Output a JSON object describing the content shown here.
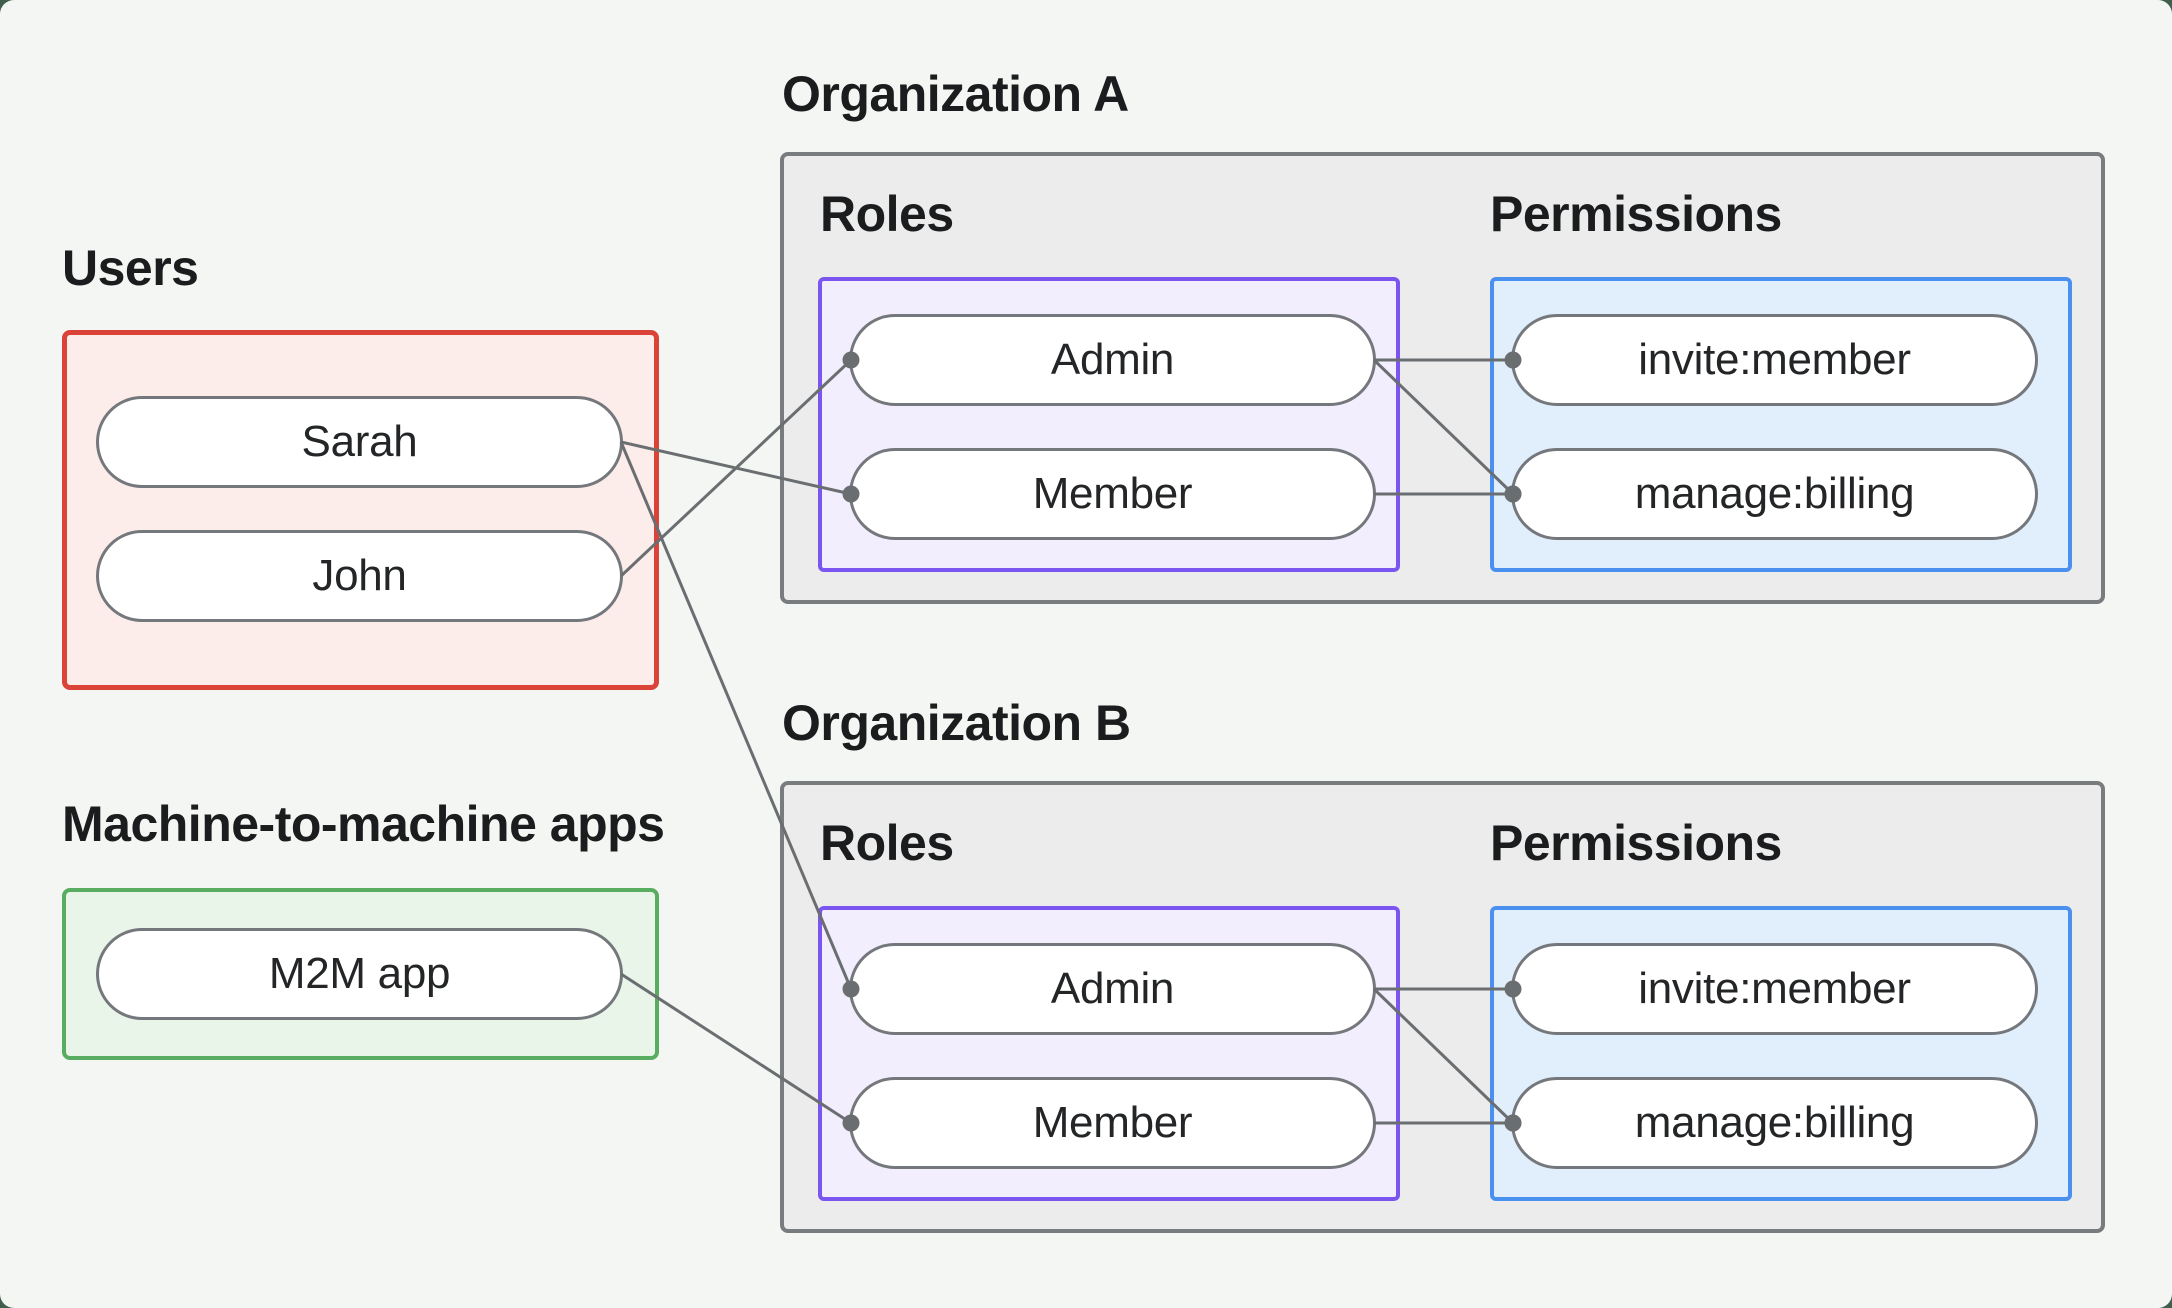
{
  "colors": {
    "page-bg": "#3f5e4b",
    "panel-bg": "#f4f6f3",
    "org-box-bg": "#ececec",
    "org-box-border": "#797c7e",
    "users-border": "#db4238",
    "users-bg": "#fcedeb",
    "m2m-border": "#58ad61",
    "m2m-bg": "#eaf5ea",
    "roles-border": "#7a55f0",
    "roles-bg": "#f2eefd",
    "permissions-border": "#4a90ee",
    "permissions-bg": "#e1eefb",
    "node-border": "#74777b",
    "node-bg": "#ffffff",
    "edge": "#6b6e71"
  },
  "sections": {
    "users": {
      "label": "Users",
      "nodes": [
        {
          "id": "sarah",
          "label": "Sarah"
        },
        {
          "id": "john",
          "label": "John"
        }
      ]
    },
    "m2m": {
      "label": "Machine-to-machine apps",
      "nodes": [
        {
          "id": "m2m-app",
          "label": "M2M app"
        }
      ]
    }
  },
  "organizations": [
    {
      "id": "org-a",
      "label": "Organization A",
      "roles_label": "Roles",
      "permissions_label": "Permissions",
      "roles": [
        {
          "id": "org-a-admin",
          "label": "Admin"
        },
        {
          "id": "org-a-member",
          "label": "Member"
        }
      ],
      "permissions": [
        {
          "id": "org-a-invite",
          "label": "invite:member"
        },
        {
          "id": "org-a-manage",
          "label": "manage:billing"
        }
      ]
    },
    {
      "id": "org-b",
      "label": "Organization B",
      "roles_label": "Roles",
      "permissions_label": "Permissions",
      "roles": [
        {
          "id": "org-b-admin",
          "label": "Admin"
        },
        {
          "id": "org-b-member",
          "label": "Member"
        }
      ],
      "permissions": [
        {
          "id": "org-b-invite",
          "label": "invite:member"
        },
        {
          "id": "org-b-manage",
          "label": "manage:billing"
        }
      ]
    }
  ],
  "edges": [
    {
      "from": "sarah",
      "to": "org-a-member"
    },
    {
      "from": "john",
      "to": "org-a-admin"
    },
    {
      "from": "sarah",
      "to": "org-b-admin"
    },
    {
      "from": "m2m-app",
      "to": "org-b-member"
    },
    {
      "from": "org-a-admin",
      "to": "org-a-invite"
    },
    {
      "from": "org-a-admin",
      "to": "org-a-manage"
    },
    {
      "from": "org-a-member",
      "to": "org-a-manage"
    },
    {
      "from": "org-b-admin",
      "to": "org-b-invite"
    },
    {
      "from": "org-b-admin",
      "to": "org-b-manage"
    },
    {
      "from": "org-b-member",
      "to": "org-b-manage"
    }
  ]
}
